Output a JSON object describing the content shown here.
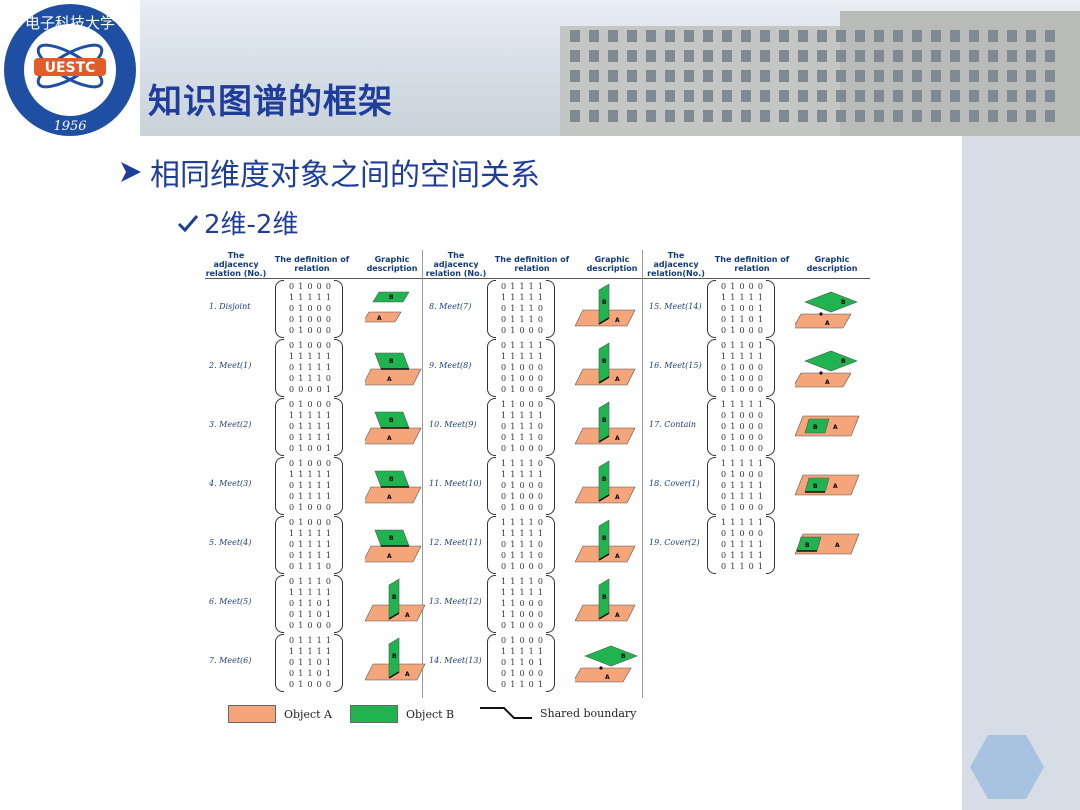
{
  "header": {
    "title": "知识图谱的框架",
    "logo": {
      "top_arc_text": "电子科技大学",
      "brand_text": "UESTC",
      "year": "1956"
    }
  },
  "bullets": {
    "level1": "相同维度对象之间的空间关系",
    "level2": "2维-2维"
  },
  "table": {
    "column_groups": [
      {
        "h1": "The adjacency relation (No.)",
        "h2": "The definition of relation",
        "h3": "Graphic description"
      },
      {
        "h1": "The adjacency relation (No.)",
        "h2": "The definition of relation",
        "h3": "Graphic description"
      },
      {
        "h1": "The adjacency relation(No.)",
        "h2": "The definition of relation",
        "h3": "Graphic description"
      }
    ],
    "relations": [
      {
        "label": "1. Disjoint",
        "matrix": [
          "0 1 0 0 0",
          "1 1 1 1 1",
          "0 1 0 0 0",
          "0 1 0 0 0",
          "0 1 0 0 0"
        ],
        "graphic": "separate"
      },
      {
        "label": "2. Meet(1)",
        "matrix": [
          "0 1 0 0 0",
          "1 1 1 1 1",
          "0 1 1 1 1",
          "0 1 1 1 0",
          "0 0 0 0 1"
        ],
        "graphic": "edge"
      },
      {
        "label": "3. Meet(2)",
        "matrix": [
          "0 1 0 0 0",
          "1 1 1 1 1",
          "0 1 1 1 1",
          "0 1 1 1 1",
          "0 1 0 0 1"
        ],
        "graphic": "edge"
      },
      {
        "label": "4. Meet(3)",
        "matrix": [
          "0 1 0 0 0",
          "1 1 1 1 1",
          "0 1 1 1 1",
          "0 1 1 1 1",
          "0 1 0 0 0"
        ],
        "graphic": "edge"
      },
      {
        "label": "5. Meet(4)",
        "matrix": [
          "0 1 0 0 0",
          "1 1 1 1 1",
          "0 1 1 1 1",
          "0 1 1 1 1",
          "0 1 1 1 0"
        ],
        "graphic": "edge-shift"
      },
      {
        "label": "6. Meet(5)",
        "matrix": [
          "0 1 1 1 0",
          "1 1 1 1 1",
          "0 1 1 0 1",
          "0 1 1 0 1",
          "0 1 0 0 0"
        ],
        "graphic": "vertical"
      },
      {
        "label": "7. Meet(6)",
        "matrix": [
          "0 1 1 1 1",
          "1 1 1 1 1",
          "0 1 1 0 1",
          "0 1 1 0 1",
          "0 1 0 0 0"
        ],
        "graphic": "vertical"
      },
      {
        "label": "8. Meet(7)",
        "matrix": [
          "0 1 1 1 1",
          "1 1 1 1 1",
          "0 1 1 1 0",
          "0 1 1 1 0",
          "0 1 0 0 0"
        ],
        "graphic": "vertical"
      },
      {
        "label": "9. Meet(8)",
        "matrix": [
          "0 1 1 1 1",
          "1 1 1 1 1",
          "0 1 0 0 0",
          "0 1 0 0 0",
          "0 1 0 0 0"
        ],
        "graphic": "vertical"
      },
      {
        "label": "10. Meet(9)",
        "matrix": [
          "1 1 0 0 0",
          "1 1 1 1 1",
          "0 1 1 1 0",
          "0 1 1 1 0",
          "0 1 0 0 0"
        ],
        "graphic": "vertical"
      },
      {
        "label": "11. Meet(10)",
        "matrix": [
          "1 1 1 1 0",
          "1 1 1 1 1",
          "0 1 0 0 0",
          "0 1 0 0 0",
          "0 1 0 0 0"
        ],
        "graphic": "vertical"
      },
      {
        "label": "12. Meet(11)",
        "matrix": [
          "1 1 1 1 0",
          "1 1 1 1 1",
          "0 1 1 1 0",
          "0 1 1 1 0",
          "0 1 0 0 0"
        ],
        "graphic": "vertical"
      },
      {
        "label": "13. Meet(12)",
        "matrix": [
          "1 1 1 1 0",
          "1 1 1 1 1",
          "1 1 0 0 0",
          "1 1 0 0 0",
          "0 1 0 0 0"
        ],
        "graphic": "vertical"
      },
      {
        "label": "14. Meet(13)",
        "matrix": [
          "0 1 0 0 0",
          "1 1 1 1 1",
          "0 1 1 0 1",
          "0 1 0 0 0",
          "0 1 1 0 1"
        ],
        "graphic": "point"
      },
      {
        "label": "15. Meet(14)",
        "matrix": [
          "0 1 0 0 0",
          "1 1 1 1 1",
          "0 1 0 0 1",
          "0 1 1 0 1",
          "0 1 0 0 0"
        ],
        "graphic": "point"
      },
      {
        "label": "16. Meet(15)",
        "matrix": [
          "0 1 1 0 1",
          "1 1 1 1 1",
          "0 1 0 0 0",
          "0 1 0 0 0",
          "0 1 0 0 0"
        ],
        "graphic": "point"
      },
      {
        "label": "17. Contain",
        "matrix": [
          "1 1 1 1 1",
          "0 1 0 0 0",
          "0 1 0 0 0",
          "0 1 0 0 0",
          "0 1 0 0 0"
        ],
        "graphic": "contain"
      },
      {
        "label": "18. Cover(1)",
        "matrix": [
          "1 1 1 1 1",
          "0 1 0 0 0",
          "0 1 1 1 1",
          "0 1 1 1 1",
          "0 1 0 0 0"
        ],
        "graphic": "cover"
      },
      {
        "label": "19. Cover(2)",
        "matrix": [
          "1 1 1 1 1",
          "0 1 0 0 0",
          "0 1 1 1 1",
          "0 1 1 1 1",
          "0 1 1 0 1"
        ],
        "graphic": "cover2"
      }
    ]
  },
  "legend": {
    "object_a": "Object A",
    "object_b": "Object B",
    "shared_boundary": "Shared boundary",
    "label_a": "A",
    "label_b": "B",
    "color_a": "#f4a57a",
    "color_b": "#1fb44f"
  },
  "colors": {
    "title": "#1f3e9c",
    "sidebar": "#d6dde6",
    "hexagon": "#a8c2e2"
  }
}
